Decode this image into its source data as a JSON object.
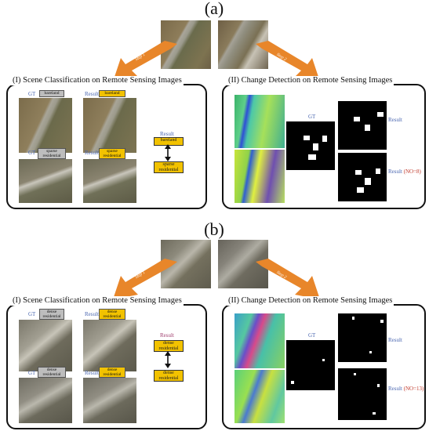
{
  "panels": [
    {
      "label": "(a)",
      "step1": "Step 1",
      "step2": "Step 2",
      "scene_title": "(I) Scene Classification on Remote Sensing Images",
      "change_title": "(II) Change Detection on Remote Sensing Images",
      "gt_label": "GT",
      "result_label": "Result",
      "top_gt_tag": "bareland",
      "top_result_tag": "bareland",
      "bottom_gt_tag": "sparse residential",
      "bottom_result_tag": "sparse residential",
      "flow_top": "bareland",
      "flow_bottom": "sparse residential",
      "change_gt": "GT",
      "change_result": "Result",
      "change_result2": "Result",
      "no_value": "(NO=8)"
    },
    {
      "label": "(b)",
      "step1": "Step 1",
      "step2": "Step 2",
      "scene_title": "(I) Scene Classification on Remote Sensing Images",
      "change_title": "(II) Change Detection on Remote Sensing Images",
      "gt_label": "GT",
      "result_label": "Result",
      "top_gt_tag": "dense residential",
      "top_result_tag": "dense residential",
      "bottom_gt_tag": "dense residential",
      "bottom_result_tag": "dense residential",
      "flow_top": "dense residential",
      "flow_bottom": "dense residential",
      "change_gt": "GT",
      "change_result": "Result",
      "change_result2": "Result",
      "no_value": "(NO=13)"
    }
  ],
  "colors": {
    "arrow": "#e8862a",
    "tag_yellow": "#f2c200",
    "label_blue": "#4a66b0",
    "no_red": "#c0392b"
  }
}
